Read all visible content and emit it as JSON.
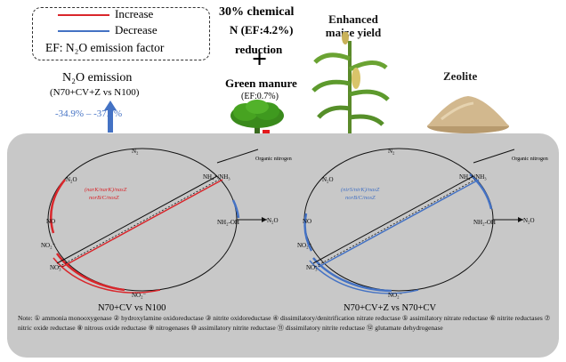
{
  "legend": {
    "increase": "Increase",
    "decrease": "Decrease",
    "ef_note": "EF: N₂O emission factor",
    "increase_color": "#d9262b",
    "decrease_color": "#4472c4"
  },
  "top": {
    "n2o_title": "N₂O emission",
    "n2o_subtitle": "(N70+CV+Z vs N100)",
    "n2o_change": "-34.9% – -37.7%",
    "chem_line1": "30% chemical",
    "chem_line2": "N (EF:4.2%)",
    "chem_line3": "reduction",
    "plus": "+",
    "green_manure": "Green manure",
    "green_manure_ef": "(EF:0.7%)",
    "maize": "Enhanced maize yield",
    "zeolite": "Zeolite"
  },
  "cycles": [
    {
      "title": "N70+CV vs N100",
      "genes_line1": "(narK/narK)/nasZ",
      "genes_line2": "norB/C/nosZ",
      "gene_color": "#d9262b"
    },
    {
      "title": "N70+CV+Z vs N70+CV",
      "genes_line1": "(nirS/nirK)/nasZ",
      "genes_line2": "norB/C/nosZ",
      "gene_color": "#4472c4"
    }
  ],
  "nodes": {
    "n2": "N₂",
    "n2o": "N₂O",
    "no": "NO",
    "no2_top": "NO₂⁻",
    "no3": "NO₃⁻",
    "no2_bottom": "NO₂⁻",
    "nh4": "NH₄⁺/NH₃",
    "nh2oh": "NH₂-OH",
    "organic": "Organic nitrogen",
    "n2o_right": "N₂O"
  },
  "note": "Note: ① ammonia monooxygenase ② hydroxylamine oxidoreductase ③ nitrite oxidoreductase ④ dissimilatory/denitrification nitrate reductase ⑤ assimilatory nitrate reductase ⑥ nitrite reductases ⑦ nitric oxide reductase ⑧ nitrous oxide reductase ⑨ nitrogenases ⑩ assimilatory nitrite reductase ⑪ dissimilatory nitrite reductase ⑫ glutamate dehydrogenase"
}
